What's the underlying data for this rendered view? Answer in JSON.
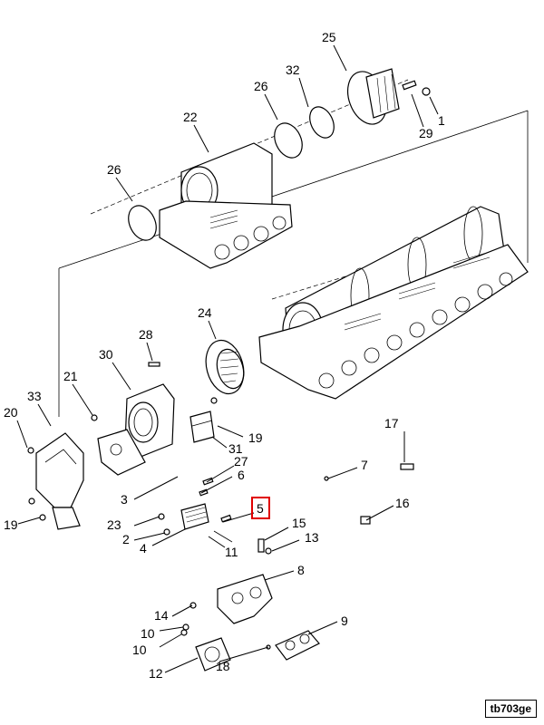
{
  "diagram": {
    "reference_code": "tb703ge",
    "highlighted_callout": "5",
    "callouts": [
      "25",
      "32",
      "26",
      "22",
      "1",
      "29",
      "26",
      "28",
      "24",
      "21",
      "30",
      "33",
      "20",
      "19",
      "31",
      "17",
      "27",
      "6",
      "7",
      "3",
      "5",
      "23",
      "16",
      "2",
      "15",
      "4",
      "11",
      "13",
      "8",
      "14",
      "10",
      "9",
      "10",
      "12",
      "18",
      "19"
    ]
  }
}
